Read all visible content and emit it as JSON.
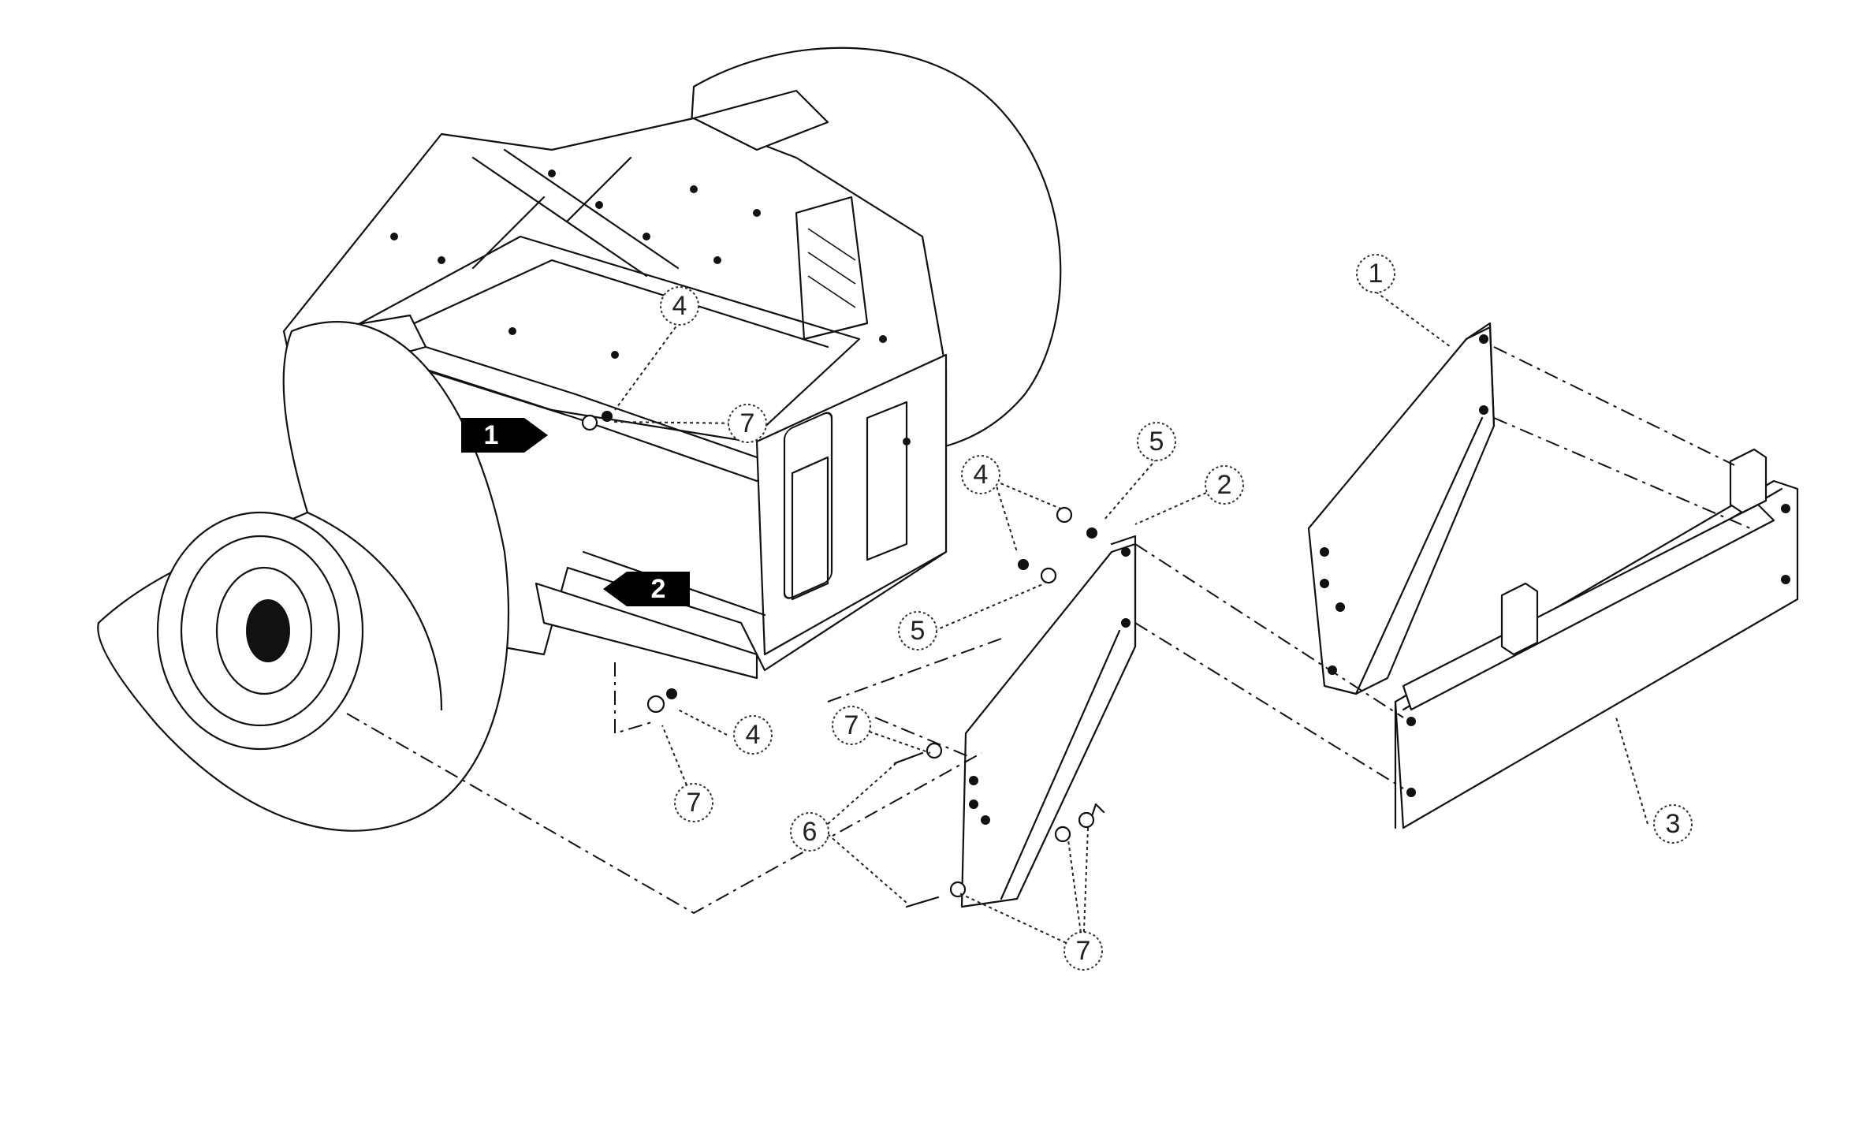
{
  "diagram": {
    "type": "exploded-parts-view",
    "callouts": [
      {
        "id": "c1a",
        "label": "1"
      },
      {
        "id": "c2",
        "label": "2"
      },
      {
        "id": "c3",
        "label": "3"
      },
      {
        "id": "c4a",
        "label": "4"
      },
      {
        "id": "c4b",
        "label": "4"
      },
      {
        "id": "c4c",
        "label": "4"
      },
      {
        "id": "c5a",
        "label": "5"
      },
      {
        "id": "c5b",
        "label": "5"
      },
      {
        "id": "c6",
        "label": "6"
      },
      {
        "id": "c7a",
        "label": "7"
      },
      {
        "id": "c7b",
        "label": "7"
      },
      {
        "id": "c7c",
        "label": "7"
      },
      {
        "id": "c7d",
        "label": "7"
      }
    ],
    "flags": [
      {
        "id": "f1",
        "label": "1"
      },
      {
        "id": "f2",
        "label": "2"
      }
    ]
  }
}
